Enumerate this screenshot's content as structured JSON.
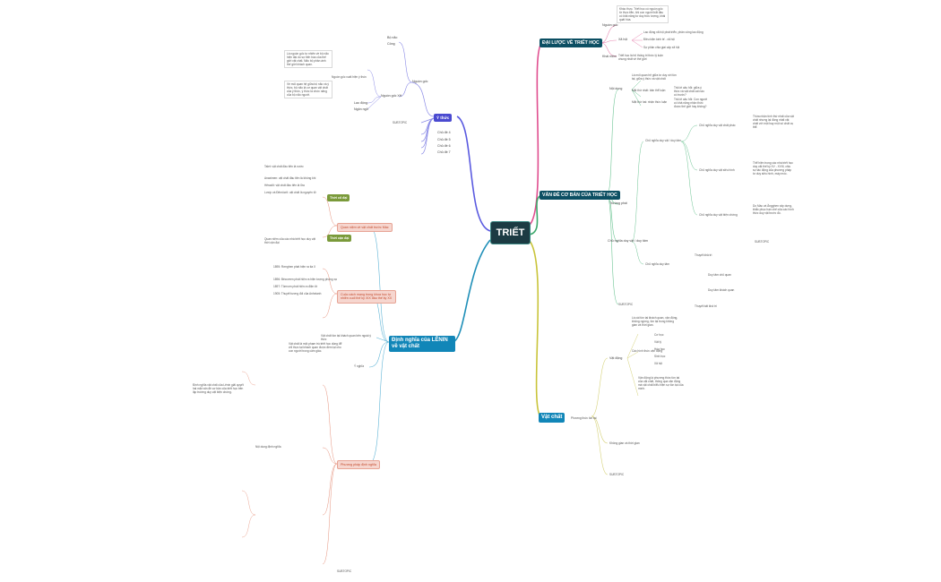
{
  "center": "TRIẾT",
  "branches": {
    "y_thuc": {
      "title": "Ý thức",
      "color": "#5a5ae0"
    },
    "dai_luoc": {
      "title": "ĐẠI LƯỢC VỀ TRIẾT HỌC",
      "color": "#e04e8f"
    },
    "van_de_co_ban": {
      "title": "VẤN ĐỀ CƠ BẢN CỦA TRIẾT HỌC",
      "color": "#3aa86a"
    },
    "dinh_nghia": {
      "title": "Định nghĩa của LÊNIN về vật chất",
      "color": "#1f8fb8"
    },
    "vat_chat": {
      "title": "Vật chất",
      "color": "#c9c43a"
    }
  },
  "y_thuc_items": {
    "nguon_goc": "Nguồn gốc",
    "nguon_goc_tu_nhien": "Nguồn gốc tự nhiên",
    "nguon_goc_xa_hoi": "Nguồn gốc XH",
    "bo_nao": "Bộ não",
    "cong_1": "Công",
    "nguon_goc_xh_tinh": "Nguồn gốc xuất hiện ý thức",
    "desc1": "Là nguồn gốc tự nhiên về bộ não hiện đại do sự tiến hóa của thế giới vật chất. Não bộ phản ánh thế giới khách quan.",
    "desc2": "Về mối quan hệ giữa bộ não và ý thức, bộ não là cơ quan vật chất của ý thức, ý thức là chức năng của bộ não người.",
    "lao_dong": "Lao động",
    "ngon_ngu": "Ngôn ngữ",
    "chu_de_4": "Chủ đề 4",
    "chu_de_5": "Chủ đề 5",
    "chu_de_6": "Chủ đề 6",
    "chu_de_7": "Chủ đề 7",
    "subtopic": "SUBTOPIC"
  },
  "dai_luoc_items": {
    "nguon_goc": "Nguồn gốc",
    "nguon_goc_desc": "Khác thực. Triết học có nguồn gốc từ thực tiễn, khi con người bắt đầu có khả năng tư duy trừu tượng, khái quát hóa.",
    "xa_hoi": "Xã hội",
    "xa_hoi_1": "Lao động xã hội phát triển, phân công lao động",
    "xa_hoi_2": "Điều kiện kinh tế - xã hội",
    "xa_hoi_3": "Sự phân chia giai cấp xã hội",
    "khai_niem": "Khái niệm",
    "khai_niem_desc": "Triết học là hệ thống tri thức lý luận chung nhất về thế giới"
  },
  "van_de_items": {
    "noi_dung": "Nội dung",
    "noi_dung_desc": "Là mối quan hệ giữa tư duy với tồn tại, giữa ý thức và vật chất",
    "mat_1": "Mặt thứ nhất: bản thể luận",
    "mat_1_desc": "Trả lời câu hỏi: giữa ý thức và vật chất cái nào có trước?",
    "mat_2": "Mặt thứ hai: nhận thức luận",
    "mat_2_desc": "Trả lời câu hỏi: Con người có khả năng nhận thức được thế giới hay không?",
    "truong_phai": "Trường phái",
    "chu_nghia_duy_vat": "Chủ nghĩa duy vật / duy tâm",
    "chat_phac": "Chủ nghĩa duy vật chất phác",
    "chat_phac_desc": "Thừa nhận tính thứ nhất của vật chất nhưng lại đồng nhất vật chất với một hay một số chất cụ thể.",
    "sieu_hinh": "Chủ nghĩa duy vật siêu hình",
    "sieu_hinh_desc": "Thể hiện trong các nhà triết học duy vật thế kỷ XV - XVIII, chịu sự tác động của phương pháp tư duy siêu hình, máy móc.",
    "bien_chung": "Chủ nghĩa duy vật biện chứng",
    "bien_chung_desc": "Do Mác và Ăngghen xây dựng, khắc phục hạn chế của các hình thức duy vật trước đó.",
    "duy_tam": "Chủ nghĩa duy tâm",
    "duy_tam_chu_quan": "Duy tâm chủ quan",
    "duy_tam_khach_quan": "Duy tâm khách quan",
    "kha_tri": "Thuyết khả tri",
    "bat_kha_tri": "Thuyết bất khả tri",
    "subtopic": "SUBTOPIC"
  },
  "vat_chat_items": {
    "vat_dong": "Vật động",
    "vat_dong_desc": "Là cái tồn tại khách quan, vận động, không ngừng, tồn tại trong không gian và thời gian.",
    "cac_hinh_thuc": "Các hình thức vận động",
    "co_hoc": "Cơ học",
    "vat_ly": "Vật lý",
    "hoa_hoc": "Hóa học",
    "sinh_hoc": "Sinh học",
    "xa_hoi": "Xã hội",
    "khong_gian": "Không gian và thời gian",
    "phuong_thuc": "Phương thức tồn tại",
    "desc_vd": "Vận động là phương thức tồn tại của vật chất, thông qua vận động mà vật chất biểu hiện sự tồn tại của mình.",
    "subtopic": "SUBTOPIC"
  },
  "left_items": {
    "quan_niem": "Quan niệm về vật chất trước Mác",
    "thoi_co_dai": "Thời cổ đại",
    "thoi_can_dai": "Thời cận đại",
    "kt_1": "Talet: vật chất đầu tiên là nước",
    "kt_2": "Anaximen: vật chất đầu tiên là không khí",
    "kt_3": "Hêraclit: vật chất đầu tiên là lửa",
    "kt_4": "Lơxíp và Đêmôcrít: vật chất là nguyên tử",
    "kt_5": "Quan niệm của các nhà triết học duy vật thời cận đại",
    "cm_title": "Cuộc cách mạng trong khoa học tự nhiên cuối thế kỷ XIX đầu thế kỷ XX",
    "cm_1": "1895: Rơnghen phát hiện ra tia X",
    "cm_2": "1896: Béccơren phát hiện ra hiện tượng phóng xạ",
    "cm_3": "1897: Tômxơn phát hiện ra điện tử",
    "cm_4": "1905: Thuyết tương đối của Anhxtanh",
    "dn_desc": "Vật chất là một phạm trù triết học dùng để chỉ thực tại khách quan được đem lại cho con người trong cảm giác.",
    "y_nghia": "Ý nghĩa",
    "y_nghia_desc": "Định nghĩa vật chất của Lênin giải quyết hai mặt vấn đề cơ bản của triết học trên lập trường duy vật biện chứng.",
    "nd_dn": "Nội dung định nghĩa",
    "phuong_phap": "Phương pháp định nghĩa",
    "vat_chat_tt": "Vật chất tồn tại khách quan bên ngoài ý thức",
    "subtopic": "SUBTOPIC"
  }
}
